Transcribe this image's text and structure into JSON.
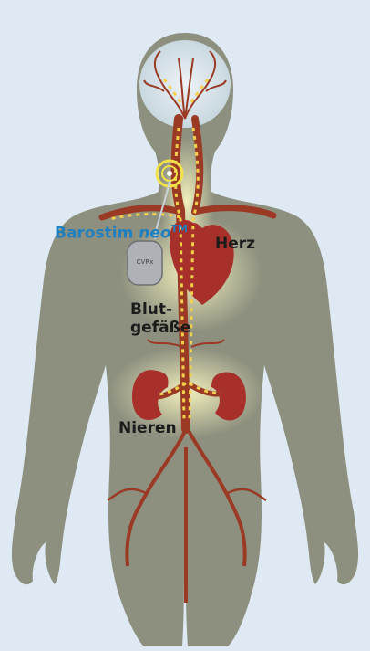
{
  "labels": {
    "device_name": "Barostim",
    "device_italic": "neo",
    "device_trademark": "TM",
    "heart": "Herz",
    "vessels_line1": "Blut-",
    "vessels_line2": "gefäße",
    "kidneys": "Nieren",
    "implant_text": "CVRx"
  },
  "colors": {
    "background": "#dfe9f3",
    "body": "#8e907f",
    "glow": "#f3f2b5",
    "organ": "#a8302b",
    "vessel": "#9a3a25",
    "signal": "#f2d04a",
    "device_label": "#1f7fbf"
  }
}
